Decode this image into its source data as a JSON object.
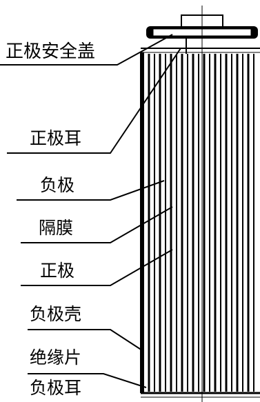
{
  "diagram": {
    "labels": {
      "positive_safety_cap": "正极安全盖",
      "positive_tab": "正极耳",
      "negative_electrode": "负极",
      "separator": "隔膜",
      "positive_electrode": "正极",
      "negative_can": "负极壳",
      "insulating_sheet": "绝缘片",
      "negative_tab": "负极耳"
    },
    "colors": {
      "line": "#000000",
      "background": "#ffffff"
    }
  }
}
